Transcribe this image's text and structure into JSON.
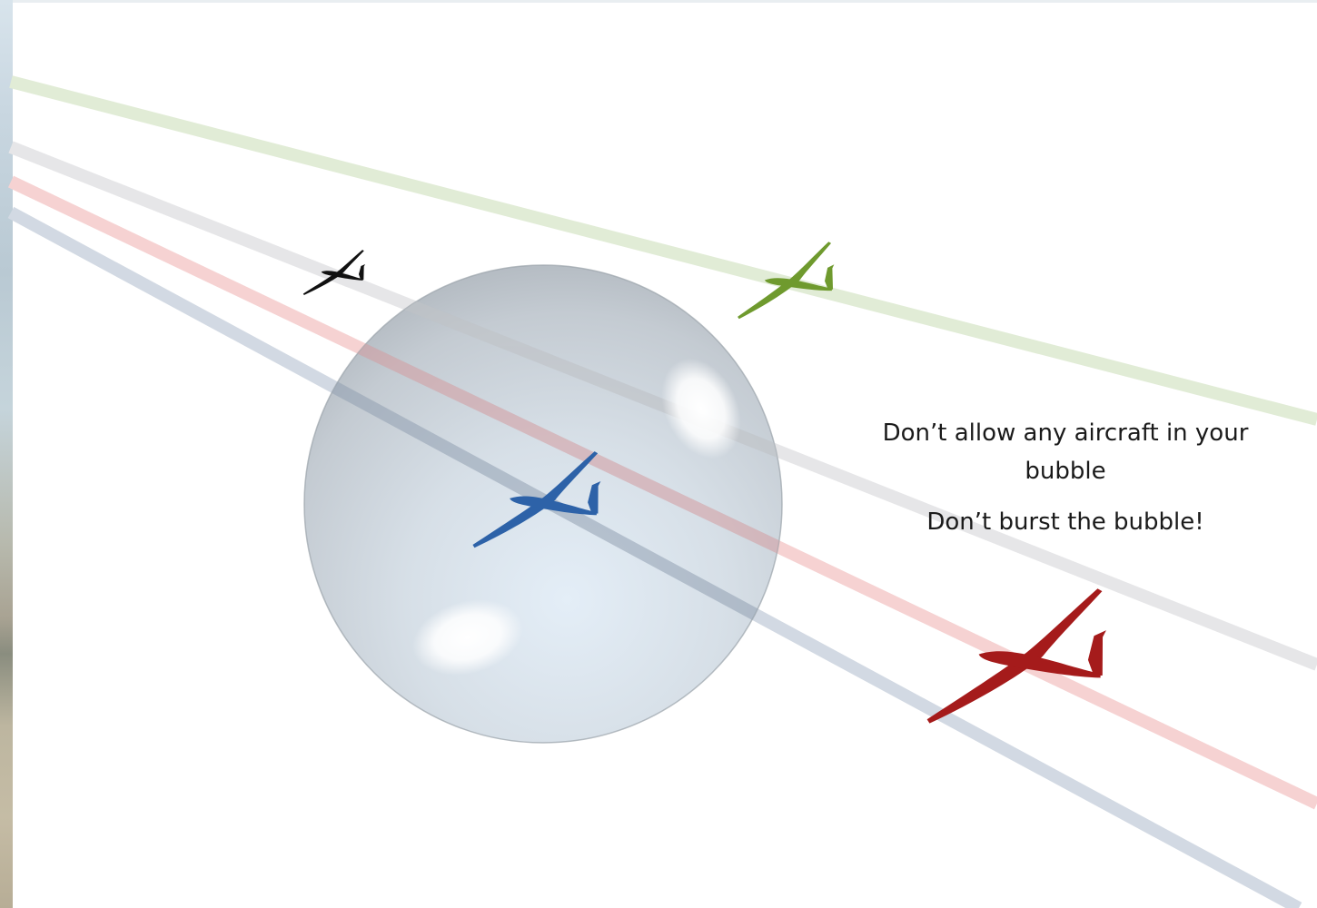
{
  "caption": {
    "line1": "Don’t allow any aircraft in your",
    "line2": "bubble",
    "line3": "Don’t burst the bubble!"
  },
  "colors": {
    "green_track": "#e1ecd6",
    "grey_track": "#e6e6e8",
    "red_track": "#f6d2d2",
    "blue_track": "#d2d9e3",
    "glider_black": "#111111",
    "glider_green": "#6f9a2e",
    "glider_blue": "#2d62a8",
    "glider_red": "#a51b1b",
    "bubble_edge": "#9aa2aa"
  },
  "icons": [
    "glider-black-icon",
    "glider-green-icon",
    "glider-blue-icon",
    "glider-red-icon",
    "bubble-sphere-icon"
  ]
}
